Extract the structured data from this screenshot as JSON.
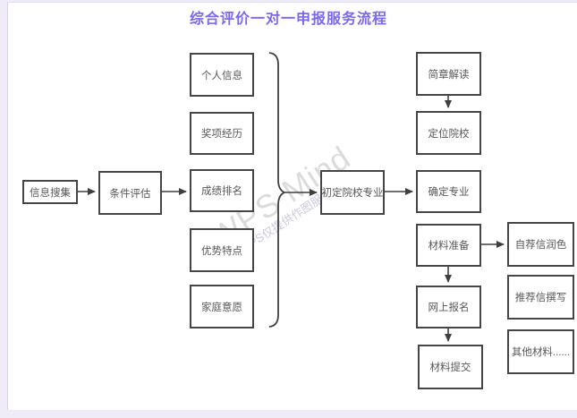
{
  "title": "综合评价一对一申报服务流程",
  "colors": {
    "title": "#7b68ee",
    "node_border": "#454545",
    "connector": "#3f3f3f",
    "chrome": "#efecf8"
  },
  "watermark": {
    "line1": "WPS Mind",
    "line2": "WPS仅提供作图服务"
  },
  "nodes": {
    "info_collect": "信息搜集",
    "condition_eval": "条件评估",
    "personal_info": "个人信息",
    "award_experience": "奖项经历",
    "grade_ranking": "成绩排名",
    "advantages": "优势特点",
    "family_wish": "家庭意愿",
    "preliminary_school_major": "初定院校专业",
    "brochure_interpretation": "简章解读",
    "position_school": "定位院校",
    "determine_major": "确定专业",
    "material_prep": "材料准备",
    "online_registration": "网上报名",
    "material_submit": "材料提交",
    "self_letter_polish": "自荐信润色",
    "recommend_letter_write": "推荐信撰写",
    "other_materials": "其他材料......"
  }
}
